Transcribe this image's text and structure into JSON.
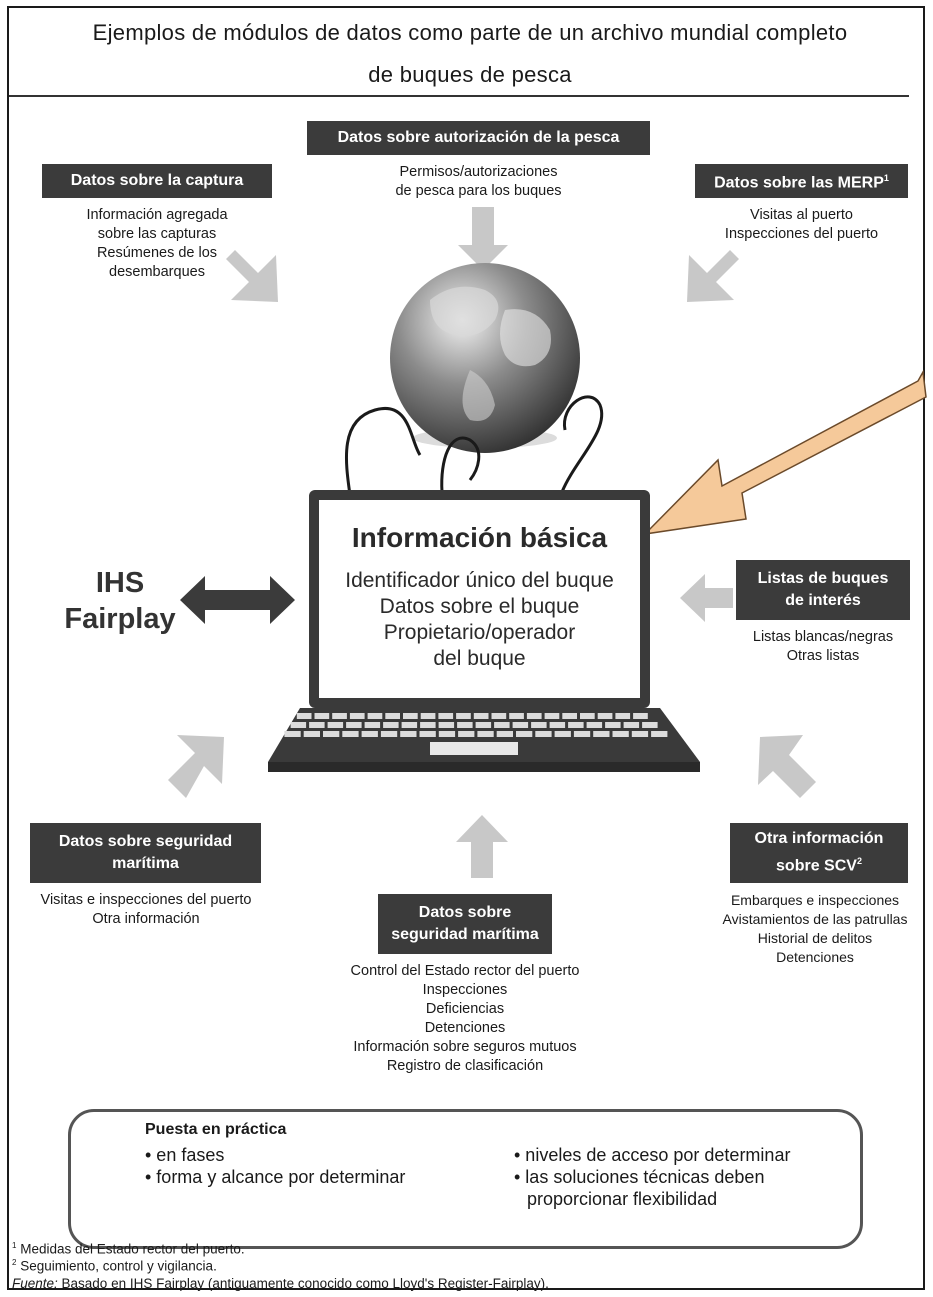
{
  "title": {
    "line1": "Ejemplos de módulos de datos como parte de un archivo mundial completo",
    "line2": "de buques de pesca"
  },
  "modules": {
    "authorization": {
      "header": "Datos sobre autorización de la pesca",
      "lines": [
        "Permisos/autorizaciones",
        "de pesca para los buques"
      ]
    },
    "catch": {
      "header": "Datos sobre la captura",
      "lines": [
        "Información agregada",
        "sobre las capturas",
        "Resúmenes de los",
        "desembarques"
      ]
    },
    "merp": {
      "header": "Datos sobre las MERP",
      "sup": "1",
      "lines": [
        "Visitas al puerto",
        "Inspecciones del puerto"
      ]
    },
    "lists": {
      "header_line1": "Listas de buques",
      "header_line2": "de interés",
      "lines": [
        "Listas blancas/negras",
        "Otras listas"
      ]
    },
    "maritime_safety_left": {
      "header_line1": "Datos sobre seguridad",
      "header_line2": "marítima",
      "lines": [
        "Visitas e inspecciones del puerto",
        "Otra información"
      ]
    },
    "maritime_safety_center": {
      "header_line1": "Datos sobre",
      "header_line2": "seguridad marítima",
      "lines": [
        "Control del Estado rector del puerto",
        "Inspecciones",
        "Deficiencias",
        "Detenciones",
        "Información sobre seguros mutuos",
        "Registro de clasificación"
      ]
    },
    "mcs": {
      "header_line1": "Otra información",
      "header_line2": "sobre SCV",
      "sup": "2",
      "lines": [
        "Embarques e inspecciones",
        "Avistamientos de las patrullas",
        "Historial de delitos",
        "Detenciones"
      ]
    }
  },
  "ihs": {
    "line1": "IHS",
    "line2": "Fairplay"
  },
  "core": {
    "title": "Información básica",
    "lines": [
      "Identificador único del buque",
      "Datos sobre el buque",
      "Propietario/operador",
      "del buque"
    ]
  },
  "practice": {
    "title": "Puesta en práctica",
    "left": [
      "• en fases",
      "• forma y alcance por determinar"
    ],
    "right": [
      "• niveles de acceso por determinar",
      "• las soluciones técnicas deben",
      "proporcionar flexibilidad"
    ]
  },
  "footnotes": {
    "n1_mark": "1",
    "n1": "Medidas del Estado rector del puerto.",
    "n2_mark": "2",
    "n2": "Seguimiento, control y vigilancia.",
    "source_label": "Fuente:",
    "source": " Basado en IHS Fairplay (antiguamente conocido como Lloyd's Register-Fairplay)."
  },
  "colors": {
    "header_bg": "#3b3b3b",
    "arrow_gray": "#c8c8c8",
    "annotation_arrow_fill": "#f5c99a",
    "annotation_arrow_stroke": "#6b4a2a"
  }
}
